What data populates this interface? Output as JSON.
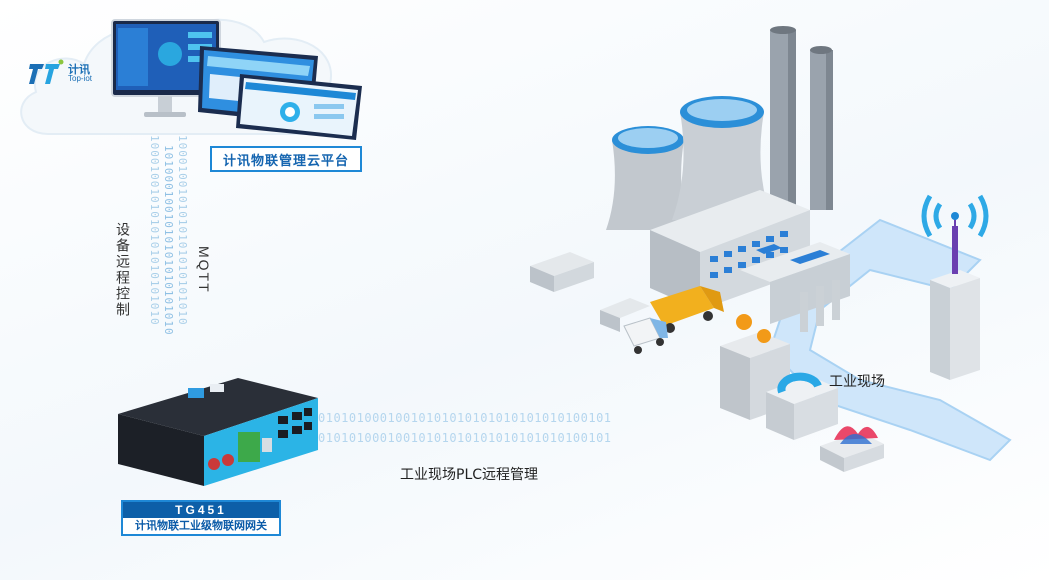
{
  "brand": {
    "name": "计讯",
    "sub": "Top-iot"
  },
  "cloud_platform": {
    "label": "计讯物联管理云平台"
  },
  "links": {
    "protocol": "MQTT",
    "remote_control": "设备远程控制",
    "plc_remote": "工业现场PLC远程管理"
  },
  "binary": {
    "vertical_1": "1000100101010101010101010",
    "vertical_2": "1010001001010101010101010",
    "horizontal_1": "01010100010010101010101010101010100101",
    "horizontal_2": "01010100010010101010101010101010100101"
  },
  "site": {
    "label": "工业现场"
  },
  "device": {
    "model": "TG451",
    "description": "计讯物联工业级物联网网关"
  },
  "colors": {
    "accent": "#1e88d6",
    "cyan": "#22b6e8",
    "panel": "#2b7fd6"
  }
}
